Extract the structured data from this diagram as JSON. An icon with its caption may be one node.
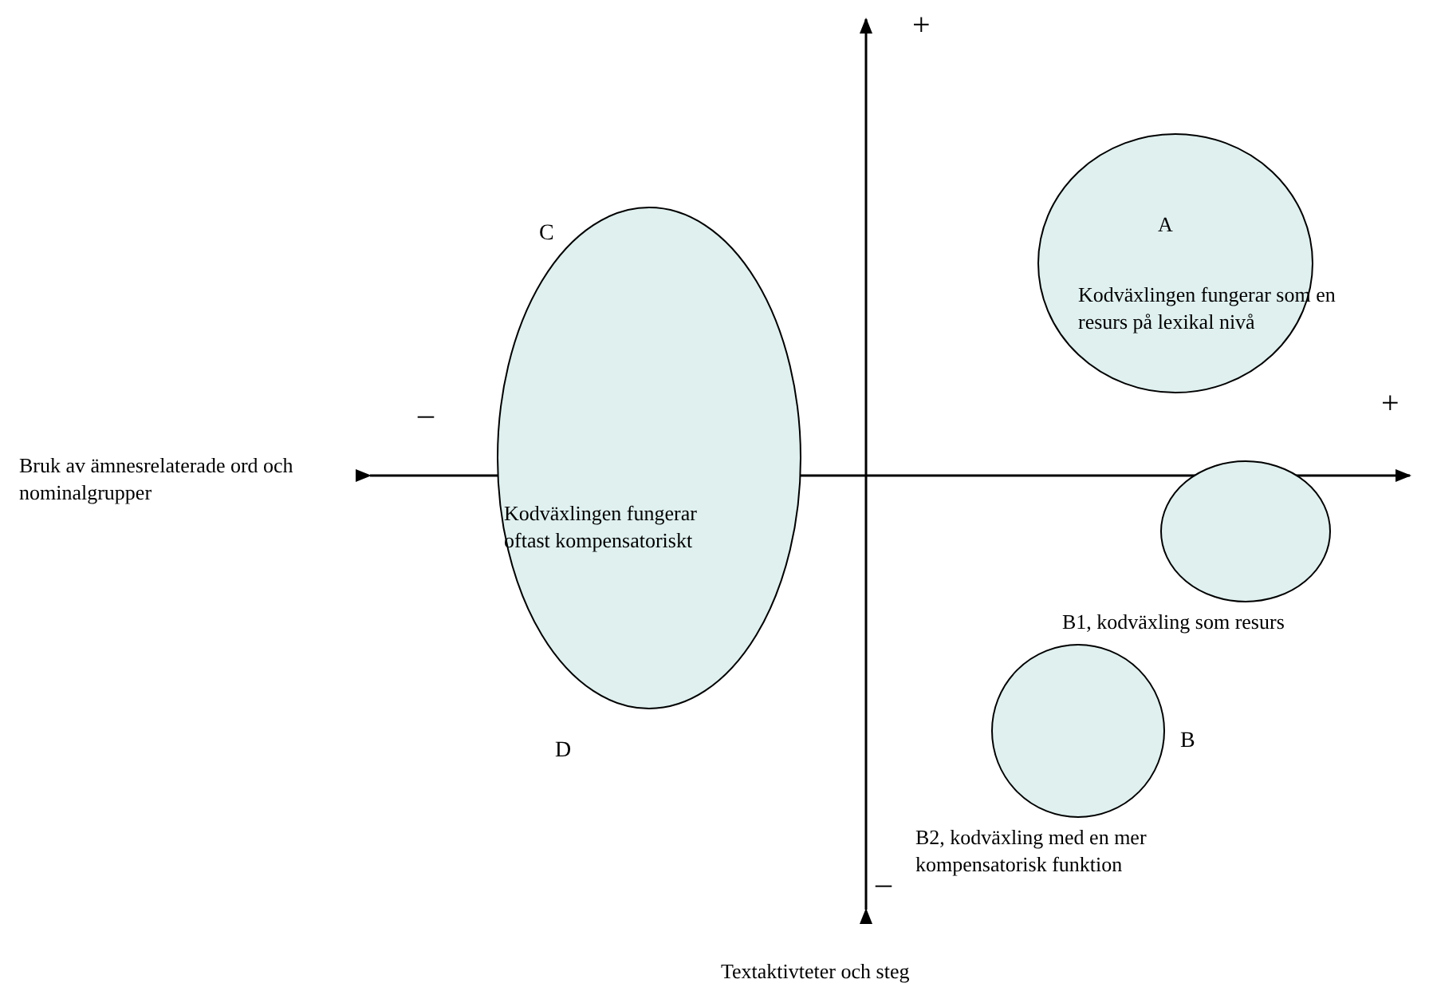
{
  "diagram": {
    "nodes": [
      {
        "text": [
          "A",
          "Kodväxlingen fungerar som en resurs på lexikal nivå"
        ]
      },
      {
        "text": [
          "Kodväxlingen fungerar oftast kompensatoriskt"
        ]
      },
      {
        "text": [],
        "shape": "circle",
        "beside": [
          "B1, kodväxling som resurs"
        ]
      },
      {
        "text": [],
        "shape": "circle",
        "beside": [
          "B",
          "B2, kodväxling med en mer kompensatorisk funktion"
        ]
      }
    ],
    "edges": [],
    "labels": [
      "+",
      "C",
      "–",
      "+",
      "Bruk av ämnesrelaterade ord och nominalgrupper",
      "D",
      "–",
      "Textaktivteter och steg"
    ]
  }
}
